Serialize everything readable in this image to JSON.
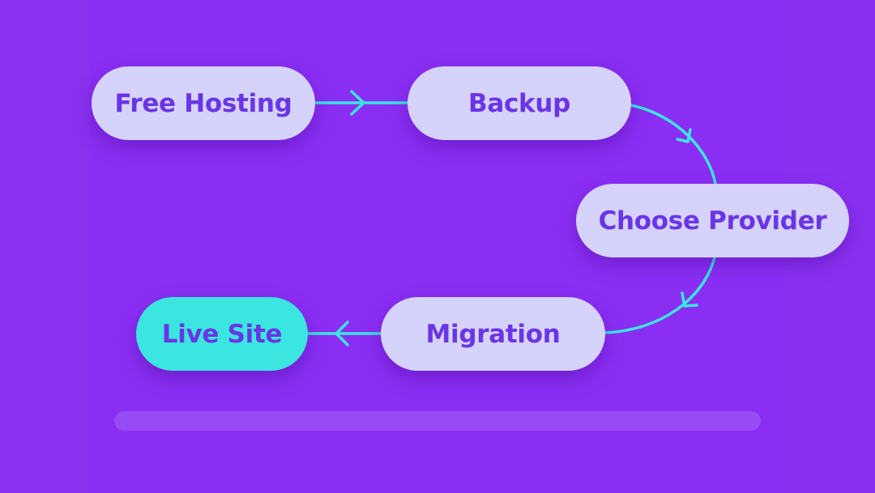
{
  "colors": {
    "background": "#8a2ff2",
    "node_fill": "#d5d2fb",
    "node_final_fill": "#3ae6df",
    "node_text": "#6a35e6",
    "connector": "#3ae6df",
    "progress_track": "#9a4ff5"
  },
  "flow": {
    "steps": [
      {
        "label": "Free Hosting"
      },
      {
        "label": "Backup"
      },
      {
        "label": "Choose Provider"
      },
      {
        "label": "Migration"
      },
      {
        "label": "Live Site"
      }
    ]
  },
  "progress": {
    "fraction": 0
  }
}
